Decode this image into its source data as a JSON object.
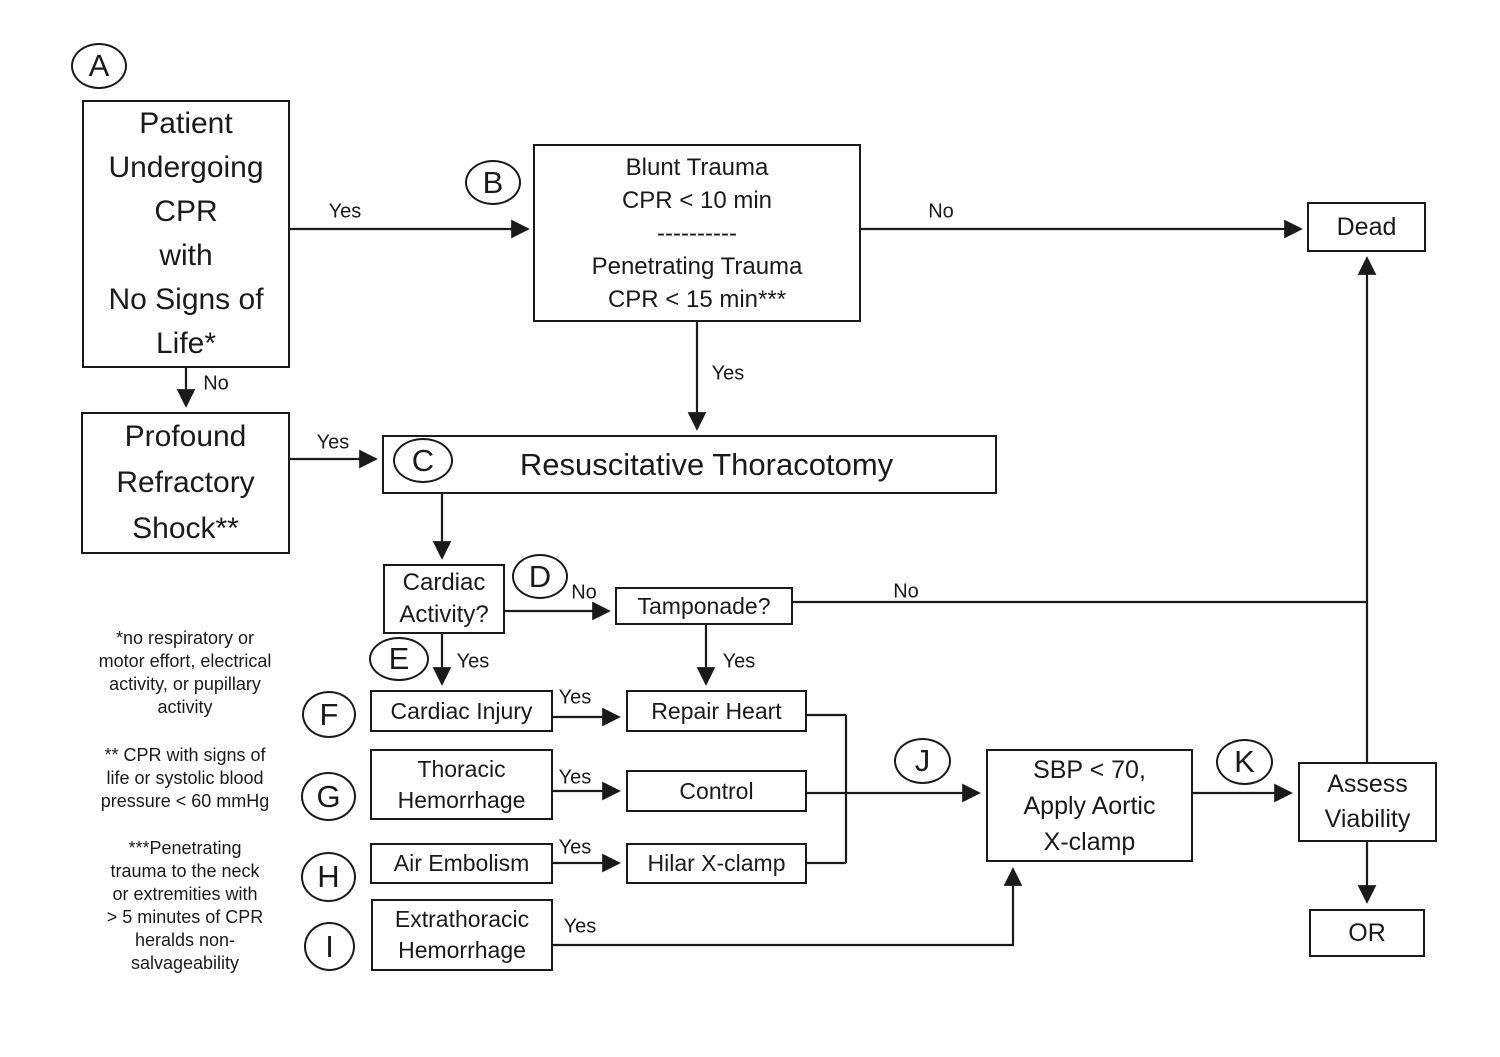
{
  "nodes": {
    "patient": {
      "text": "Patient\nUndergoing\nCPR\nwith\nNo Signs of\nLife*"
    },
    "trauma_criteria": {
      "text": "Blunt Trauma\nCPR < 10 min\n----------\nPenetrating Trauma\nCPR < 15 min***"
    },
    "dead": {
      "text": "Dead"
    },
    "shock": {
      "text": "Profound\nRefractory\nShock**"
    },
    "thoracotomy": {
      "text": "Resuscitative Thoracotomy"
    },
    "cardiac_activity": {
      "text": "Cardiac\nActivity?"
    },
    "tamponade": {
      "text": "Tamponade?"
    },
    "cardiac_injury": {
      "text": "Cardiac Injury"
    },
    "repair_heart": {
      "text": "Repair Heart"
    },
    "thoracic_hemorrhage": {
      "text": "Thoracic\nHemorrhage"
    },
    "control": {
      "text": "Control"
    },
    "air_embolism": {
      "text": "Air Embolism"
    },
    "hilar_xclamp": {
      "text": "Hilar X-clamp"
    },
    "extrathoracic_hemorrhage": {
      "text": "Extrathoracic\nHemorrhage"
    },
    "sbp_aortic_xclamp": {
      "text": "SBP < 70,\nApply Aortic\nX-clamp"
    },
    "assess_viability": {
      "text": "Assess\nViability"
    },
    "or": {
      "text": "OR"
    }
  },
  "markers": {
    "A": "A",
    "B": "B",
    "C": "C",
    "D": "D",
    "E": "E",
    "F": "F",
    "G": "G",
    "H": "H",
    "I": "I",
    "J": "J",
    "K": "K"
  },
  "edge_labels": {
    "patient_to_trauma": "Yes",
    "patient_to_shock": "No",
    "trauma_to_dead": "No",
    "trauma_to_thoracotomy": "Yes",
    "shock_to_thoracotomy": "Yes",
    "cardiac_activity_to_tamponade": "No",
    "tamponade_to_dead": "No",
    "cardiac_activity_to_cardiac_injury": "Yes",
    "tamponade_to_repair_heart": "Yes",
    "cardiac_injury_to_repair_heart": "Yes",
    "thoracic_hemorrhage_to_control": "Yes",
    "air_embolism_to_hilar_xclamp": "Yes",
    "extrathoracic_hemorrhage_to_sbp": "Yes"
  },
  "footnotes": [
    "*no respiratory or\nmotor effort, electrical\nactivity, or pupillary\nactivity",
    "** CPR with signs of\nlife or systolic blood\npressure < 60 mmHg",
    "***Penetrating\ntrauma to the neck\nor extremities with\n> 5 minutes of CPR\nheralds non-\nsalvageability"
  ]
}
